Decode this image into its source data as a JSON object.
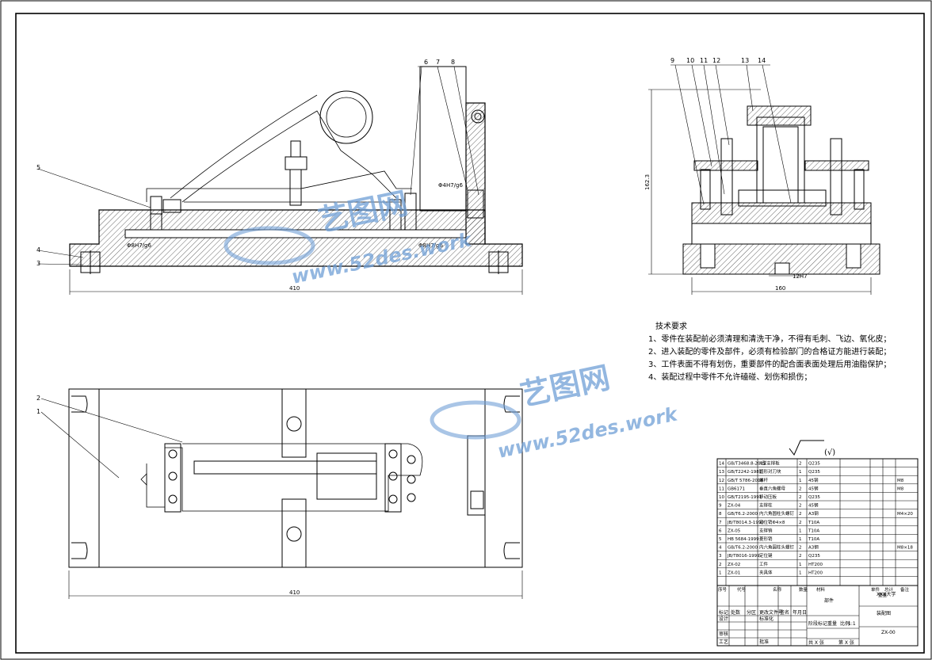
{
  "sheet": {
    "callouts_front": [
      "5",
      "4",
      "3",
      "6",
      "7",
      "8"
    ],
    "callouts_side": [
      "9",
      "10",
      "11",
      "12",
      "13",
      "14"
    ],
    "callouts_top": [
      "2",
      "1"
    ]
  },
  "dims": {
    "front_width": "410",
    "fit1": "Φ8H7/g6",
    "fit2": "Φ4H7/g6",
    "fit3": "Φ8H7/g6",
    "side_width": "160",
    "side_height": "162.3",
    "key_fit": "12H7",
    "top_width": "410"
  },
  "roughness": "(√)",
  "requirements": {
    "title": "技术要求",
    "items": [
      "1、零件在装配前必须清理和清洗干净，不得有毛刺、飞边、氧化皮；",
      "2、进入装配的零件及部件，必须有检验部门的合格证方能进行装配；",
      "3、工件表面不得有划伤，重要部件的配合面表面处理后用油脂保护；",
      "4、装配过程中零件不允许磕碰、划伤和损伤；"
    ]
  },
  "bom": {
    "rows": [
      [
        "14",
        "GB/T3468.8-2015",
        "A型支撑板",
        "2",
        "Q235",
        ""
      ],
      [
        "13",
        "GB/T2242-1981",
        "圆形对刀块",
        "1",
        "Q235",
        ""
      ],
      [
        "12",
        "GB/T 5786-2016",
        "螺杆",
        "1",
        "45钢",
        "M8"
      ],
      [
        "11",
        "GB6171",
        "垂直六角螺母",
        "2",
        "45钢",
        "M8"
      ],
      [
        "10",
        "GB/T2195-1991",
        "移动压板",
        "2",
        "Q235",
        ""
      ],
      [
        "9",
        "ZX-04",
        "支撑柱",
        "2",
        "45钢",
        ""
      ],
      [
        "8",
        "GB/T6.2-2000",
        "内六角圆柱头螺钉",
        "2",
        "A3钢",
        "M4×20"
      ],
      [
        "7",
        "JB/T8014.3-1999",
        "定位销Φ4×8",
        "2",
        "T10A",
        ""
      ],
      [
        "6",
        "ZX-05",
        "支撑销",
        "1",
        "T10A",
        ""
      ],
      [
        "5",
        "HB 5684-1999",
        "菱形销",
        "1",
        "T10A",
        ""
      ],
      [
        "4",
        "GB/T6.2-2000",
        "内六角圆柱头螺钉",
        "2",
        "A3钢",
        "M8×18"
      ],
      [
        "3",
        "JB/T8016-1999",
        "定位键",
        "2",
        "Q235",
        ""
      ],
      [
        "2",
        "ZX-02",
        "工件",
        "1",
        "HT200",
        ""
      ],
      [
        "1",
        "ZX-01",
        "夹具体",
        "1",
        "HT200",
        ""
      ]
    ],
    "header": [
      "序号",
      "代号",
      "名称",
      "数量",
      "材料",
      "单件",
      "总计",
      "备注"
    ],
    "header_sub": "重量"
  },
  "title_block": {
    "part": "部件",
    "school": "XXX大学",
    "drawing_type": "装配图",
    "code": "ZX-00",
    "scale": "1:1",
    "labels": [
      "标记",
      "处数",
      "分区",
      "更改文件号",
      "签名",
      "年月日",
      "设计",
      "标准化",
      "阶段标记",
      "重量",
      "比例",
      "审核",
      "工艺",
      "批准",
      "共 X 张",
      "第 X 张"
    ]
  },
  "watermark": {
    "cn": "艺图网",
    "url": "www.52des.work"
  },
  "colors": {
    "line": "#000000",
    "watermark": "#6f9fd6"
  }
}
